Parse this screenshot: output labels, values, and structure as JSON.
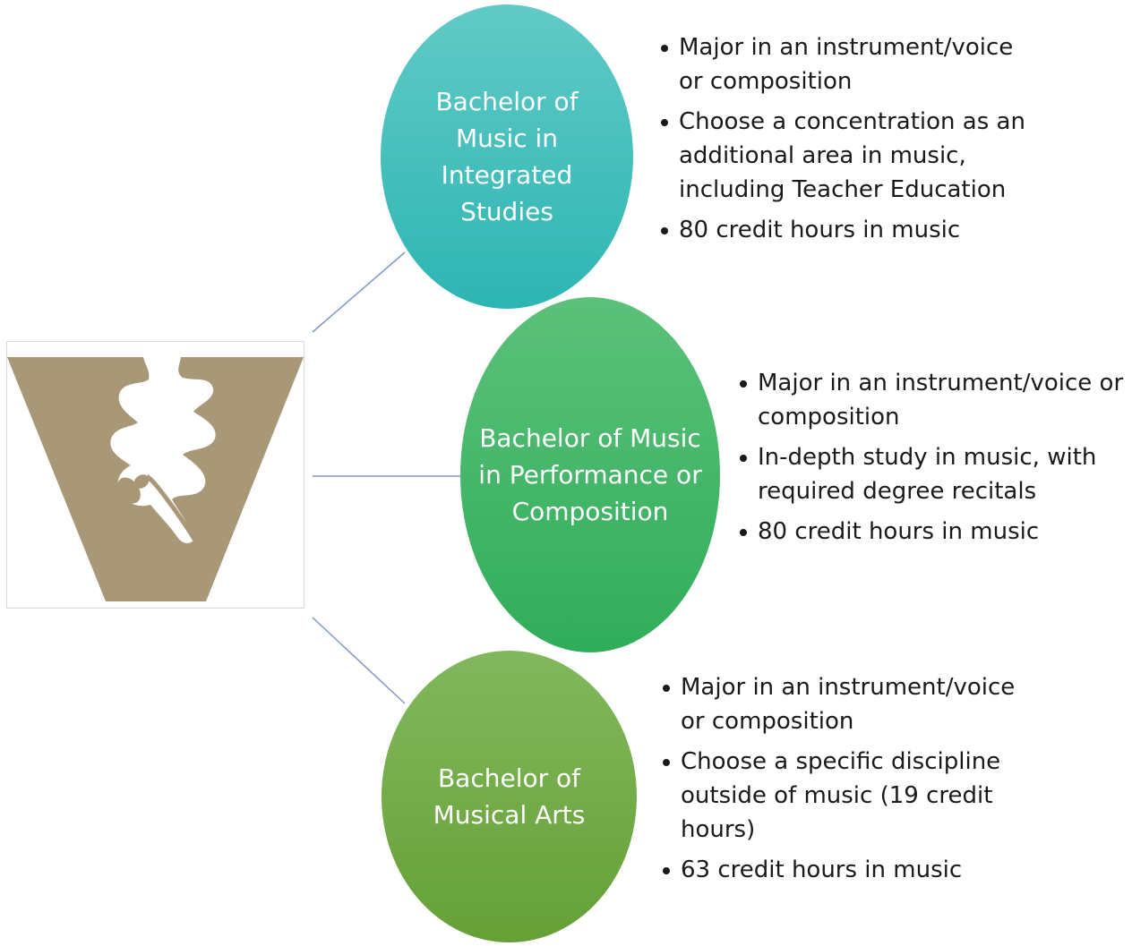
{
  "colors": {
    "logo_gold": "#a99878",
    "connector": "#8496c8",
    "oval_1": "#3bbdb9",
    "oval_2": "#3db564",
    "oval_3": "#72aa48"
  },
  "logo": {
    "icon": "vanderbilt-oak-leaf-v-logo"
  },
  "degrees": [
    {
      "title": "Bachelor of Music in Integrated Studies",
      "bullets": [
        "Major in an instrument/voice or composition",
        "Choose a concentration as an additional area in music, including Teacher Education",
        "80 credit hours in music"
      ]
    },
    {
      "title": "Bachelor of Music in Performance or Composition",
      "bullets": [
        "Major in an instrument/voice or composition",
        "In-depth study in music, with required degree recitals",
        "80 credit hours in music"
      ]
    },
    {
      "title": "Bachelor of Musical Arts",
      "bullets": [
        "Major in an instrument/voice or composition",
        "Choose a specific discipline outside of music (19 credit hours)",
        "63 credit hours in music"
      ]
    }
  ]
}
